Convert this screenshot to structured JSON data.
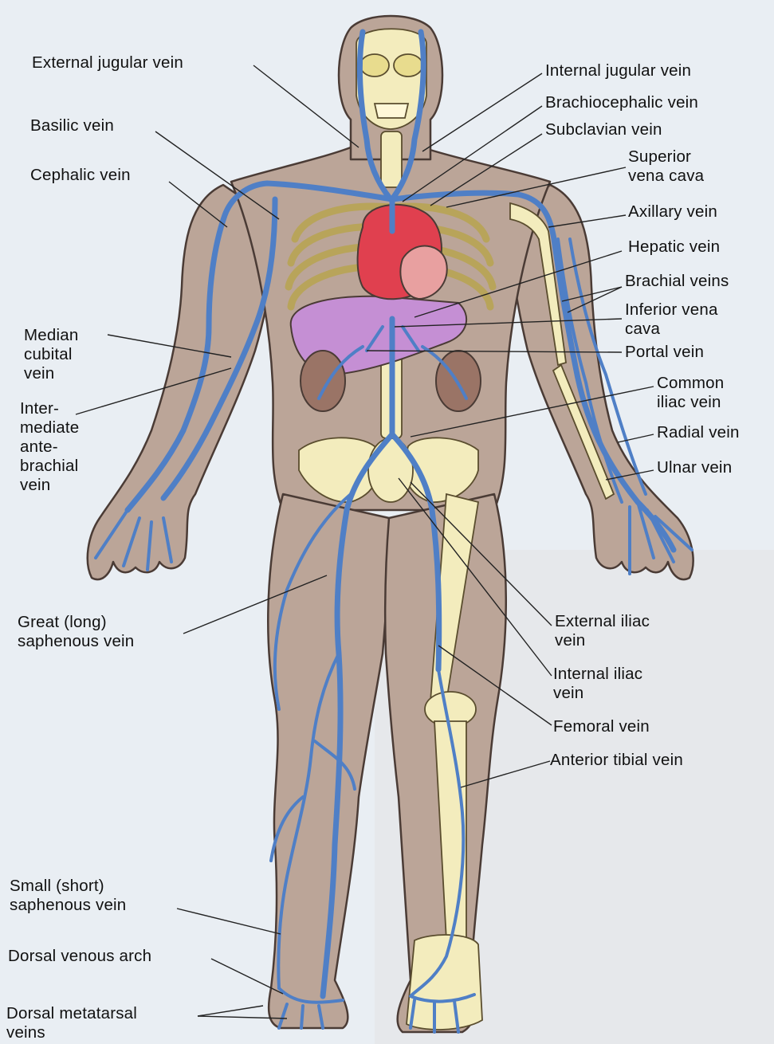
{
  "labels": {
    "external_jugular": "External jugular vein",
    "basilic": "Basilic vein",
    "cephalic": "Cephalic vein",
    "median_cubital": "Median\ncubital\nvein",
    "intermediate_antebrachial": "Inter-\nmediate\nante-\nbrachial\nvein",
    "great_saphenous": "Great (long)\nsaphenous vein",
    "small_saphenous": "Small (short)\nsaphenous vein",
    "dorsal_venous_arch": "Dorsal venous arch",
    "dorsal_metatarsal": "Dorsal metatarsal\nveins",
    "internal_jugular": "Internal jugular vein",
    "brachiocephalic": "Brachiocephalic vein",
    "subclavian": "Subclavian vein",
    "superior_vena_cava": "Superior\nvena cava",
    "axillary": "Axillary vein",
    "hepatic": "Hepatic vein",
    "brachial": "Brachial veins",
    "inferior_vena_cava": "Inferior vena\ncava",
    "portal": "Portal vein",
    "common_iliac": "Common\niliac vein",
    "radial": "Radial vein",
    "ulnar": "Ulnar vein",
    "external_iliac": "External iliac\nvein",
    "internal_iliac": "Internal iliac\nvein",
    "femoral": "Femoral vein",
    "anterior_tibial": "Anterior tibial vein"
  },
  "colors": {
    "background": "#e9eef3",
    "skin": "#bba598",
    "bone": "#f3ecbd",
    "vein": "#4f7fc6",
    "heart": "#e0404f",
    "liver": "#c58fd4",
    "kidney": "#9a7466"
  }
}
